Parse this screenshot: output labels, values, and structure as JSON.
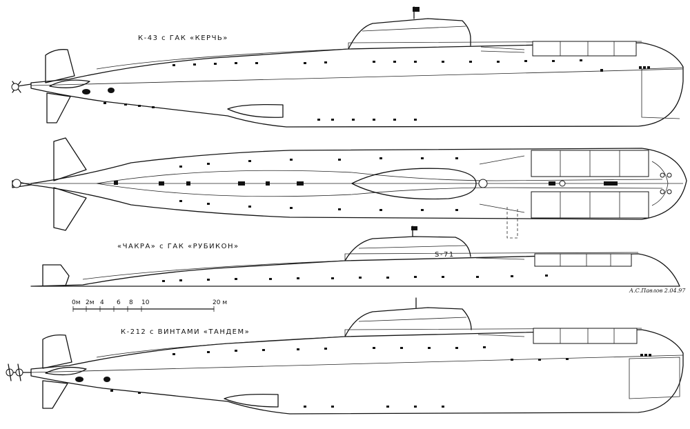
{
  "labels": {
    "k43": "К-43 с ГАК «КЕРЧЬ»",
    "chakra": "«ЧАКРА» с ГАК «РУБИКОН»",
    "k212": "К-212 с ВИНТАМИ «ТАНДЕМ»",
    "sail_number": "S-71"
  },
  "scale_bar": {
    "ticks": [
      "0м",
      "2м",
      "4",
      "6",
      "8",
      "10",
      "20 м"
    ]
  },
  "signature": "А.С.Павлов 2.04.97"
}
